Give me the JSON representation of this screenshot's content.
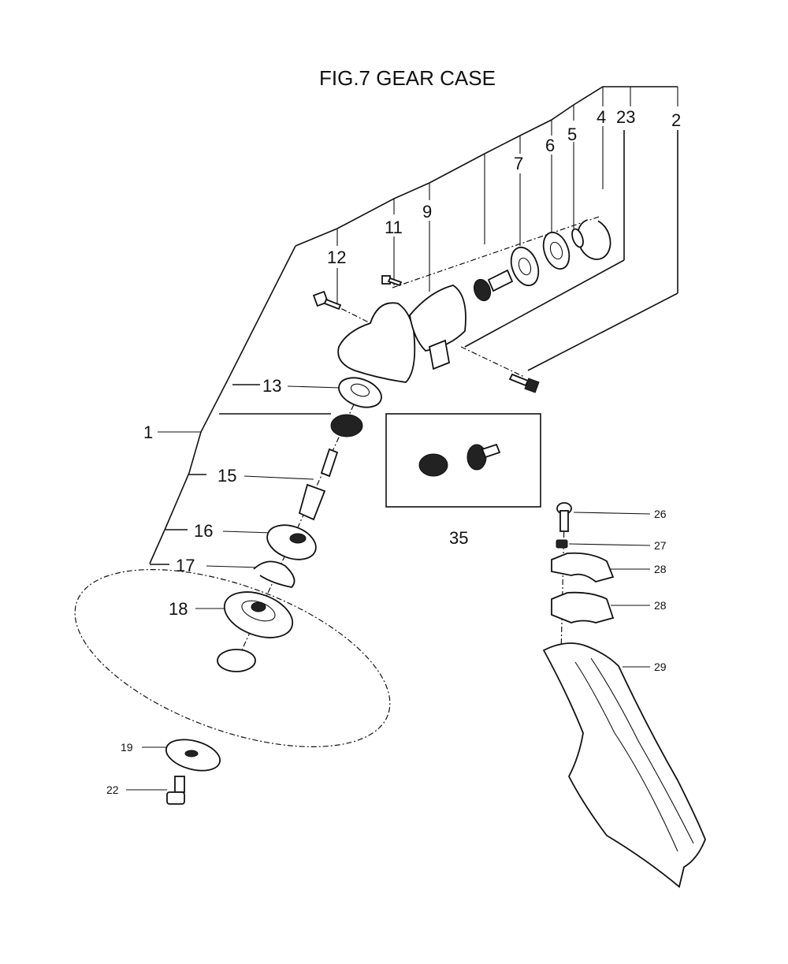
{
  "title": "FIG.7 GEAR CASE",
  "labels": {
    "p1": "1",
    "p2": "2",
    "p4": "4",
    "p5": "5",
    "p6": "6",
    "p7": "7",
    "p9": "9",
    "p11": "11",
    "p12": "12",
    "p13": "13",
    "p15": "15",
    "p16": "16",
    "p17": "17",
    "p18": "18",
    "p19": "19",
    "p22": "22",
    "p23": "23",
    "p26": "26",
    "p27": "27",
    "p28a": "28",
    "p28b": "28",
    "p29": "29",
    "p35": "35"
  }
}
